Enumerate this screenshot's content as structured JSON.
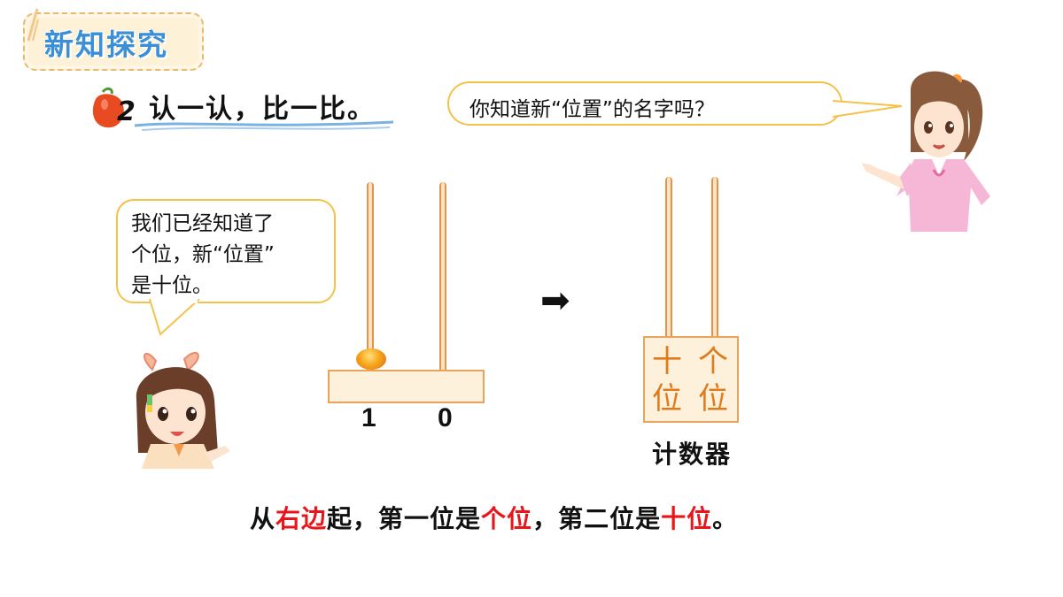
{
  "banner": {
    "title": "新知探究"
  },
  "task": {
    "number": "2",
    "title": "认一认，比一比。"
  },
  "bubble_top": {
    "text": "你知道新“位置”的名字吗？"
  },
  "bubble_left": {
    "lines": [
      "我们已经知道了",
      "个位，新“位置”",
      "是十位。"
    ]
  },
  "abacus_one": {
    "digits": [
      "1",
      "0"
    ]
  },
  "arrow": "➡",
  "abacus_two": {
    "left_label": [
      "十",
      "位"
    ],
    "right_label": [
      "个",
      "位"
    ],
    "caption": "计数器"
  },
  "bottom_sentence": {
    "parts": [
      "从",
      "右边",
      "起，第一位是",
      "个位",
      "，第二位是",
      "十位",
      "。"
    ]
  },
  "colors": {
    "banner_text": "#3a8fd6",
    "accent_red": "#e8161b",
    "bubble_border": "#f4c24a",
    "rod_orange": "#e59349",
    "place_label": "#e07b1c"
  }
}
